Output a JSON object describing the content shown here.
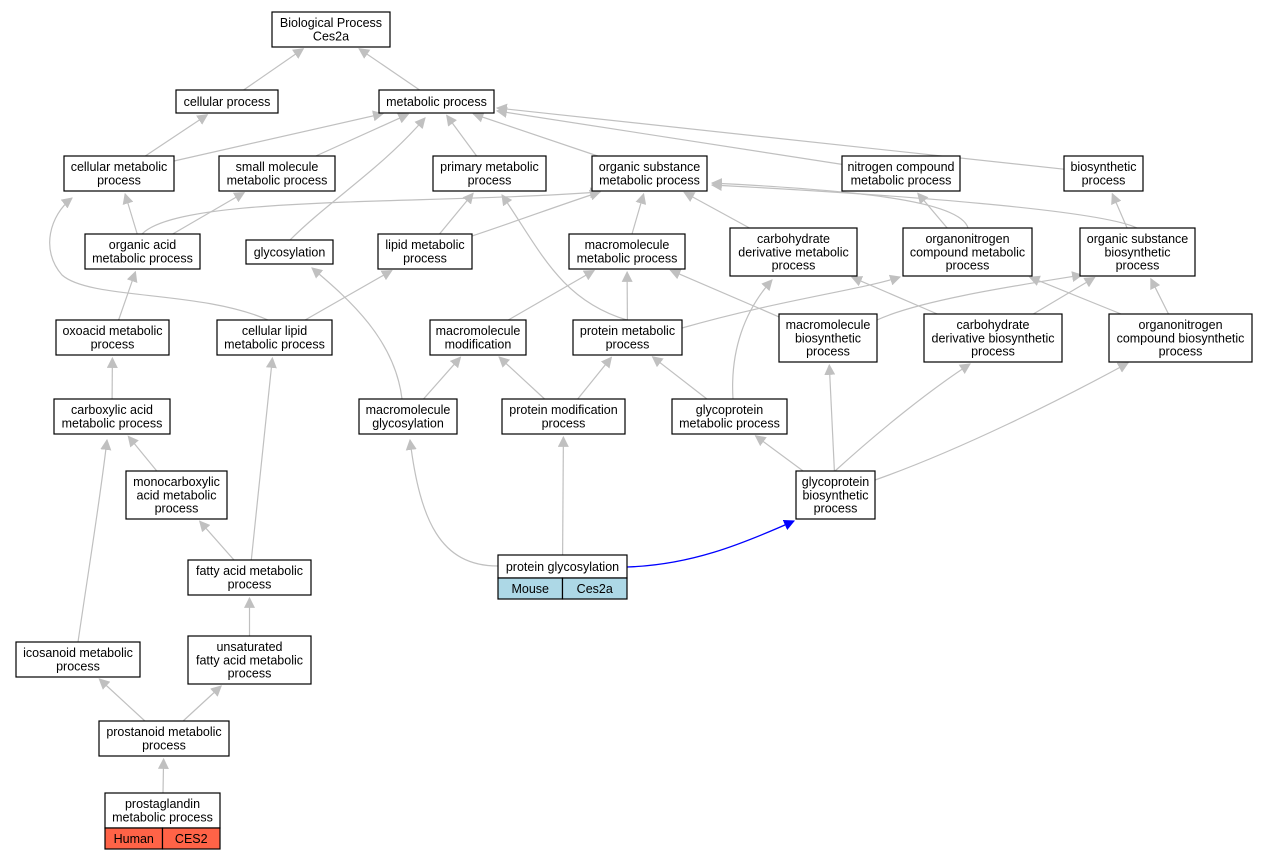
{
  "nodes": {
    "root": [
      "Biological Process",
      "Ces2a"
    ],
    "cellular_process": [
      "cellular process"
    ],
    "metabolic_process": [
      "metabolic process"
    ],
    "cellular_metabolic_process": [
      "cellular metabolic",
      "process"
    ],
    "small_molecule_metabolic_process": [
      "small molecule",
      "metabolic process"
    ],
    "primary_metabolic_process": [
      "primary metabolic",
      "process"
    ],
    "organic_substance_metabolic_process": [
      "organic substance",
      "metabolic process"
    ],
    "nitrogen_compound_metabolic_process": [
      "nitrogen compound",
      "metabolic process"
    ],
    "biosynthetic_process": [
      "biosynthetic",
      "process"
    ],
    "organic_acid_metabolic_process": [
      "organic acid",
      "metabolic process"
    ],
    "glycosylation": [
      "glycosylation"
    ],
    "lipid_metabolic_process": [
      "lipid metabolic",
      "process"
    ],
    "macromolecule_metabolic_process": [
      "macromolecule",
      "metabolic process"
    ],
    "carbohydrate_derivative_metabolic_process": [
      "carbohydrate",
      "derivative metabolic",
      "process"
    ],
    "organonitrogen_compound_metabolic_process": [
      "organonitrogen",
      "compound metabolic",
      "process"
    ],
    "organic_substance_biosynthetic_process": [
      "organic substance",
      "biosynthetic",
      "process"
    ],
    "oxoacid_metabolic_process": [
      "oxoacid metabolic",
      "process"
    ],
    "cellular_lipid_metabolic_process": [
      "cellular lipid",
      "metabolic process"
    ],
    "macromolecule_modification": [
      "macromolecule",
      "modification"
    ],
    "protein_metabolic_process": [
      "protein metabolic",
      "process"
    ],
    "macromolecule_biosynthetic_process": [
      "macromolecule",
      "biosynthetic",
      "process"
    ],
    "carbohydrate_derivative_biosynthetic_process": [
      "carbohydrate",
      "derivative biosynthetic",
      "process"
    ],
    "organonitrogen_compound_biosynthetic_process": [
      "organonitrogen",
      "compound biosynthetic",
      "process"
    ],
    "carboxylic_acid_metabolic_process": [
      "carboxylic acid",
      "metabolic process"
    ],
    "macromolecule_glycosylation": [
      "macromolecule",
      "glycosylation"
    ],
    "protein_modification_process": [
      "protein modification",
      "process"
    ],
    "glycoprotein_metabolic_process": [
      "glycoprotein",
      "metabolic process"
    ],
    "monocarboxylic_acid_metabolic_process": [
      "monocarboxylic",
      "acid metabolic",
      "process"
    ],
    "glycoprotein_biosynthetic_process": [
      "glycoprotein",
      "biosynthetic",
      "process"
    ],
    "fatty_acid_metabolic_process": [
      "fatty acid metabolic",
      "process"
    ],
    "icosanoid_metabolic_process": [
      "icosanoid metabolic",
      "process"
    ],
    "unsaturated_fatty_acid_metabolic_process": [
      "unsaturated",
      "fatty acid metabolic",
      "process"
    ],
    "prostanoid_metabolic_process": [
      "prostanoid metabolic",
      "process"
    ],
    "protein_glycosylation": [
      "protein glycosylation"
    ],
    "prostaglandin_metabolic_process": [
      "prostaglandin",
      "metabolic process"
    ]
  },
  "annotations": {
    "protein_glycosylation": {
      "species": "Mouse",
      "gene": "Ces2a",
      "color": "#add8e6"
    },
    "prostaglandin_metabolic_process": {
      "species": "Human",
      "gene": "CES2",
      "color": "#ff6347"
    }
  },
  "edges": [
    [
      "cellular_process",
      "root"
    ],
    [
      "metabolic_process",
      "root"
    ],
    [
      "cellular_metabolic_process",
      "cellular_process"
    ],
    [
      "cellular_metabolic_process",
      "metabolic_process"
    ],
    [
      "small_molecule_metabolic_process",
      "metabolic_process"
    ],
    [
      "primary_metabolic_process",
      "metabolic_process"
    ],
    [
      "organic_substance_metabolic_process",
      "metabolic_process"
    ],
    [
      "nitrogen_compound_metabolic_process",
      "metabolic_process"
    ],
    [
      "biosynthetic_process",
      "metabolic_process"
    ],
    [
      "glycosylation",
      "metabolic_process"
    ],
    [
      "organic_acid_metabolic_process",
      "cellular_metabolic_process"
    ],
    [
      "organic_acid_metabolic_process",
      "small_molecule_metabolic_process"
    ],
    [
      "organic_acid_metabolic_process",
      "organic_substance_metabolic_process"
    ],
    [
      "lipid_metabolic_process",
      "primary_metabolic_process"
    ],
    [
      "lipid_metabolic_process",
      "organic_substance_metabolic_process"
    ],
    [
      "macromolecule_metabolic_process",
      "organic_substance_metabolic_process"
    ],
    [
      "carbohydrate_derivative_metabolic_process",
      "organic_substance_metabolic_process"
    ],
    [
      "organonitrogen_compound_metabolic_process",
      "organic_substance_metabolic_process"
    ],
    [
      "organonitrogen_compound_metabolic_process",
      "nitrogen_compound_metabolic_process"
    ],
    [
      "organic_substance_biosynthetic_process",
      "organic_substance_metabolic_process"
    ],
    [
      "organic_substance_biosynthetic_process",
      "biosynthetic_process"
    ],
    [
      "oxoacid_metabolic_process",
      "organic_acid_metabolic_process"
    ],
    [
      "cellular_lipid_metabolic_process",
      "cellular_metabolic_process"
    ],
    [
      "cellular_lipid_metabolic_process",
      "lipid_metabolic_process"
    ],
    [
      "macromolecule_modification",
      "macromolecule_metabolic_process"
    ],
    [
      "protein_metabolic_process",
      "macromolecule_metabolic_process"
    ],
    [
      "protein_metabolic_process",
      "primary_metabolic_process"
    ],
    [
      "protein_metabolic_process",
      "organonitrogen_compound_metabolic_process"
    ],
    [
      "macromolecule_biosynthetic_process",
      "macromolecule_metabolic_process"
    ],
    [
      "macromolecule_biosynthetic_process",
      "organic_substance_biosynthetic_process"
    ],
    [
      "carbohydrate_derivative_biosynthetic_process",
      "carbohydrate_derivative_metabolic_process"
    ],
    [
      "carbohydrate_derivative_biosynthetic_process",
      "organic_substance_biosynthetic_process"
    ],
    [
      "organonitrogen_compound_biosynthetic_process",
      "organonitrogen_compound_metabolic_process"
    ],
    [
      "organonitrogen_compound_biosynthetic_process",
      "organic_substance_biosynthetic_process"
    ],
    [
      "carboxylic_acid_metabolic_process",
      "oxoacid_metabolic_process"
    ],
    [
      "macromolecule_glycosylation",
      "macromolecule_modification"
    ],
    [
      "macromolecule_glycosylation",
      "glycosylation"
    ],
    [
      "protein_modification_process",
      "macromolecule_modification"
    ],
    [
      "protein_modification_process",
      "protein_metabolic_process"
    ],
    [
      "glycoprotein_metabolic_process",
      "protein_metabolic_process"
    ],
    [
      "glycoprotein_metabolic_process",
      "carbohydrate_derivative_metabolic_process"
    ],
    [
      "monocarboxylic_acid_metabolic_process",
      "carboxylic_acid_metabolic_process"
    ],
    [
      "glycoprotein_biosynthetic_process",
      "glycoprotein_metabolic_process"
    ],
    [
      "glycoprotein_biosynthetic_process",
      "macromolecule_biosynthetic_process"
    ],
    [
      "glycoprotein_biosynthetic_process",
      "carbohydrate_derivative_biosynthetic_process"
    ],
    [
      "glycoprotein_biosynthetic_process",
      "organonitrogen_compound_biosynthetic_process"
    ],
    [
      "fatty_acid_metabolic_process",
      "monocarboxylic_acid_metabolic_process"
    ],
    [
      "fatty_acid_metabolic_process",
      "cellular_lipid_metabolic_process"
    ],
    [
      "unsaturated_fatty_acid_metabolic_process",
      "fatty_acid_metabolic_process"
    ],
    [
      "icosanoid_metabolic_process",
      "carboxylic_acid_metabolic_process"
    ],
    [
      "prostanoid_metabolic_process",
      "icosanoid_metabolic_process"
    ],
    [
      "prostanoid_metabolic_process",
      "unsaturated_fatty_acid_metabolic_process"
    ],
    [
      "prostaglandin_metabolic_process",
      "prostanoid_metabolic_process"
    ],
    [
      "protein_glycosylation",
      "macromolecule_glycosylation"
    ],
    [
      "protein_glycosylation",
      "protein_modification_process"
    ],
    [
      "protein_glycosylation",
      "glycoprotein_biosynthetic_process",
      "highlight"
    ]
  ],
  "colors": {
    "edge": "#c0c0c0",
    "highlight_edge": "#0000ff",
    "node_border": "#000000",
    "node_fill": "#ffffff"
  }
}
